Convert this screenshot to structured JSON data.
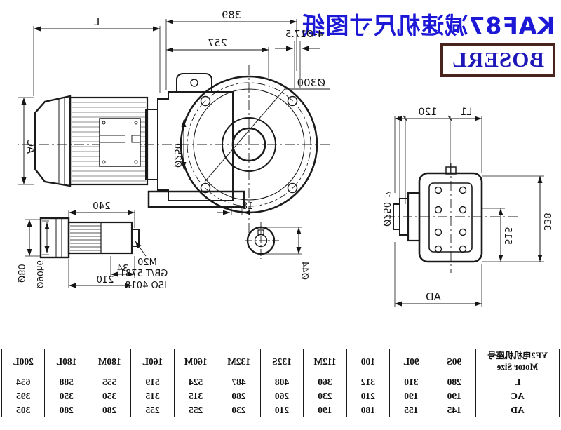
{
  "header": {
    "title": "KAF87减速机尺寸图纸",
    "title_color": "#1c18d6",
    "logo": "BOSERL",
    "logo_color": "#1d16b8",
    "logo_border_color": "#49241c"
  },
  "drawing": {
    "line_color": "#1b1b1b",
    "front_view": {
      "dim_motor_length": "L",
      "dim_overall_length": "389",
      "dim_housing_length": "257",
      "label_bolt_holes": "4-Ø17.5",
      "label_flange_circle": "Ø300",
      "dim_motor_diameter": "AC",
      "label_spigot": "Ø250",
      "dim_foot_tab": "18"
    },
    "side_view": {
      "dim_l1": "L1",
      "dim_shaft_section": "120",
      "label_spigot": "Ø250",
      "label_spigot_tolerance": "f7",
      "dim_inner_height": "515",
      "dim_overall_height": "338",
      "dim_width": "AD"
    },
    "end_view": {
      "label_shaft_diameter": "Ø44"
    },
    "shaft_assembly": {
      "dim_length": "240",
      "label_d_outer": "Ø80",
      "label_d_seat": "Ø90h6",
      "dim_step": "34",
      "dim_body": "210",
      "label_bolt": "M20",
      "label_standard_1": "GB/T 5781",
      "label_standard_2": "ISO 4018"
    }
  },
  "table": {
    "header_cn": "YE2电机机座号",
    "header_en": "Motor Size",
    "columns": [
      "90S",
      "90L",
      "100",
      "112M",
      "132S",
      "132M",
      "160M",
      "160L",
      "180M",
      "180L",
      "200L"
    ],
    "rows": [
      {
        "label": "L",
        "values": [
          "280",
          "310",
          "312",
          "360",
          "408",
          "487",
          "524",
          "519",
          "555",
          "588",
          "654"
        ]
      },
      {
        "label": "AC",
        "values": [
          "190",
          "190",
          "210",
          "230",
          "260",
          "280",
          "315",
          "315",
          "350",
          "350",
          "395"
        ]
      },
      {
        "label": "AD",
        "values": [
          "145",
          "155",
          "180",
          "190",
          "210",
          "230",
          "255",
          "255",
          "280",
          "280",
          "305"
        ]
      }
    ]
  }
}
